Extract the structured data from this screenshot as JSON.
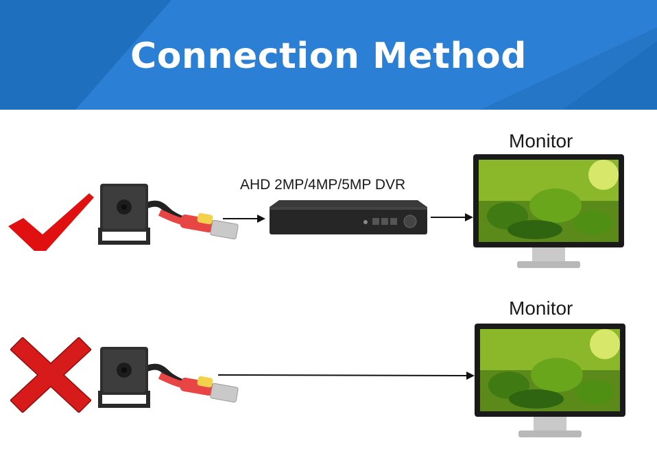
{
  "header": {
    "title": "Connection Method",
    "color": "#2b7fd4"
  },
  "rows": [
    {
      "status": "correct",
      "status_icon": "check-icon",
      "status_color": "#e01010",
      "device_label": "AHD 2MP/4MP/5MP DVR",
      "monitor_label": "Monitor"
    },
    {
      "status": "incorrect",
      "status_icon": "cross-icon",
      "status_color": "#d71a1a",
      "monitor_label": "Monitor"
    }
  ]
}
